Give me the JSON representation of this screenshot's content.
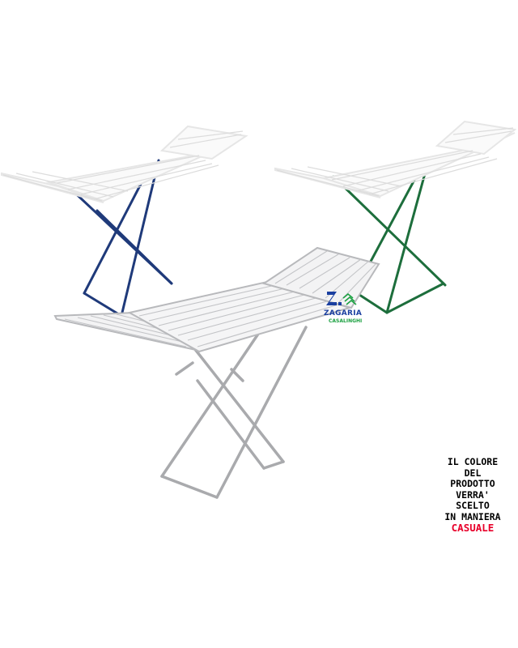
{
  "logo": {
    "brand_name": "ZAGARIA",
    "brand_sub": "CASALINGHI",
    "colors": {
      "blue": "#1a3fa0",
      "green": "#1aa040"
    }
  },
  "notice": {
    "lines": [
      "IL COLORE",
      "DEL",
      "PRODOTTO",
      "VERRA'",
      "SCELTO",
      "IN MANIERA"
    ],
    "highlight": "CASUALE",
    "highlight_color": "#e8002a"
  },
  "products": [
    {
      "name": "drying-rack-blue",
      "frame_color": "#1f3a7a",
      "wire_color": "#f2f2f2"
    },
    {
      "name": "drying-rack-green",
      "frame_color": "#1d6e3c",
      "wire_color": "#f2f2f2"
    },
    {
      "name": "drying-rack-silver",
      "frame_color": "#a9aaad",
      "wire_color": "#c8c9cc"
    }
  ]
}
